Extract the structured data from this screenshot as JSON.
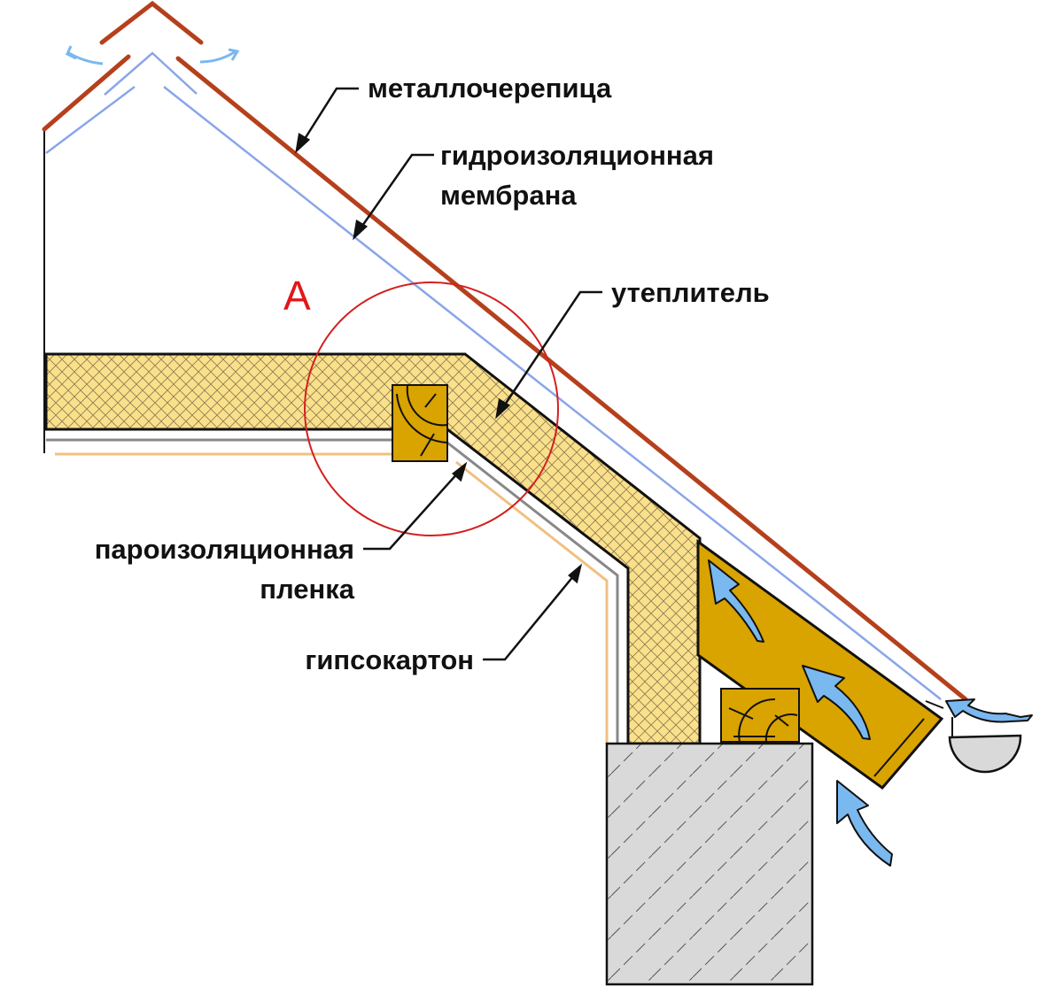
{
  "labels": {
    "roof_tile": "металлочерепица",
    "membrane_line1": "гидроизоляционная",
    "membrane_line2": "мембрана",
    "insulation": "утеплитель",
    "vapor_line1": "пароизоляционная",
    "vapor_line2": "пленка",
    "drywall": "гипсокартон"
  },
  "detail_marker": "A",
  "colors": {
    "roof": "#b5401c",
    "membrane": "#8aa6e8",
    "insulation": "#fbe08c",
    "timber": "#d9a300",
    "airflow": "#7ab8f0",
    "concrete": "#d9d9d9",
    "vapor": "#888888",
    "drywall": "#f0c080",
    "detail_circle": "#d42020"
  }
}
